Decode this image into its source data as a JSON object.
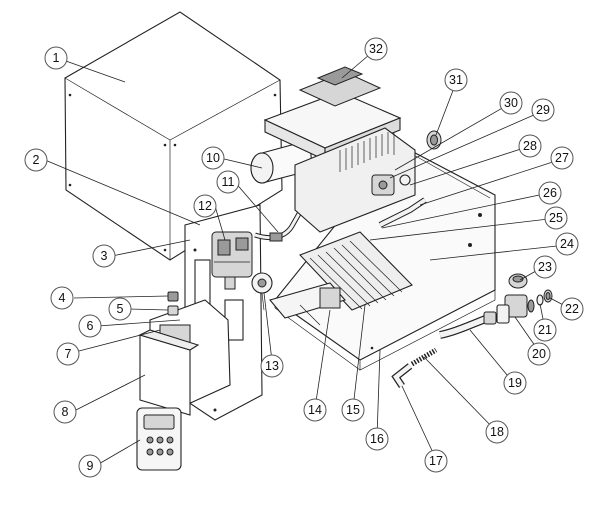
{
  "diagram": {
    "callouts": [
      {
        "id": "callout-1",
        "number": "1"
      },
      {
        "id": "callout-2",
        "number": "2"
      },
      {
        "id": "callout-3",
        "number": "3"
      },
      {
        "id": "callout-4",
        "number": "4"
      },
      {
        "id": "callout-5",
        "number": "5"
      },
      {
        "id": "callout-6",
        "number": "6"
      },
      {
        "id": "callout-7",
        "number": "7"
      },
      {
        "id": "callout-8",
        "number": "8"
      },
      {
        "id": "callout-9",
        "number": "9"
      },
      {
        "id": "callout-10",
        "number": "10"
      },
      {
        "id": "callout-11",
        "number": "11"
      },
      {
        "id": "callout-12",
        "number": "12"
      },
      {
        "id": "callout-13",
        "number": "13"
      },
      {
        "id": "callout-14",
        "number": "14"
      },
      {
        "id": "callout-15",
        "number": "15"
      },
      {
        "id": "callout-16",
        "number": "16"
      },
      {
        "id": "callout-17",
        "number": "17"
      },
      {
        "id": "callout-18",
        "number": "18"
      },
      {
        "id": "callout-19",
        "number": "19"
      },
      {
        "id": "callout-20",
        "number": "20"
      },
      {
        "id": "callout-21",
        "number": "21"
      },
      {
        "id": "callout-22",
        "number": "22"
      },
      {
        "id": "callout-23",
        "number": "23"
      },
      {
        "id": "callout-24",
        "number": "24"
      },
      {
        "id": "callout-25",
        "number": "25"
      },
      {
        "id": "callout-26",
        "number": "26"
      },
      {
        "id": "callout-27",
        "number": "27"
      },
      {
        "id": "callout-28",
        "number": "28"
      },
      {
        "id": "callout-29",
        "number": "29"
      },
      {
        "id": "callout-30",
        "number": "30"
      },
      {
        "id": "callout-31",
        "number": "31"
      },
      {
        "id": "callout-32",
        "number": "32"
      }
    ]
  }
}
